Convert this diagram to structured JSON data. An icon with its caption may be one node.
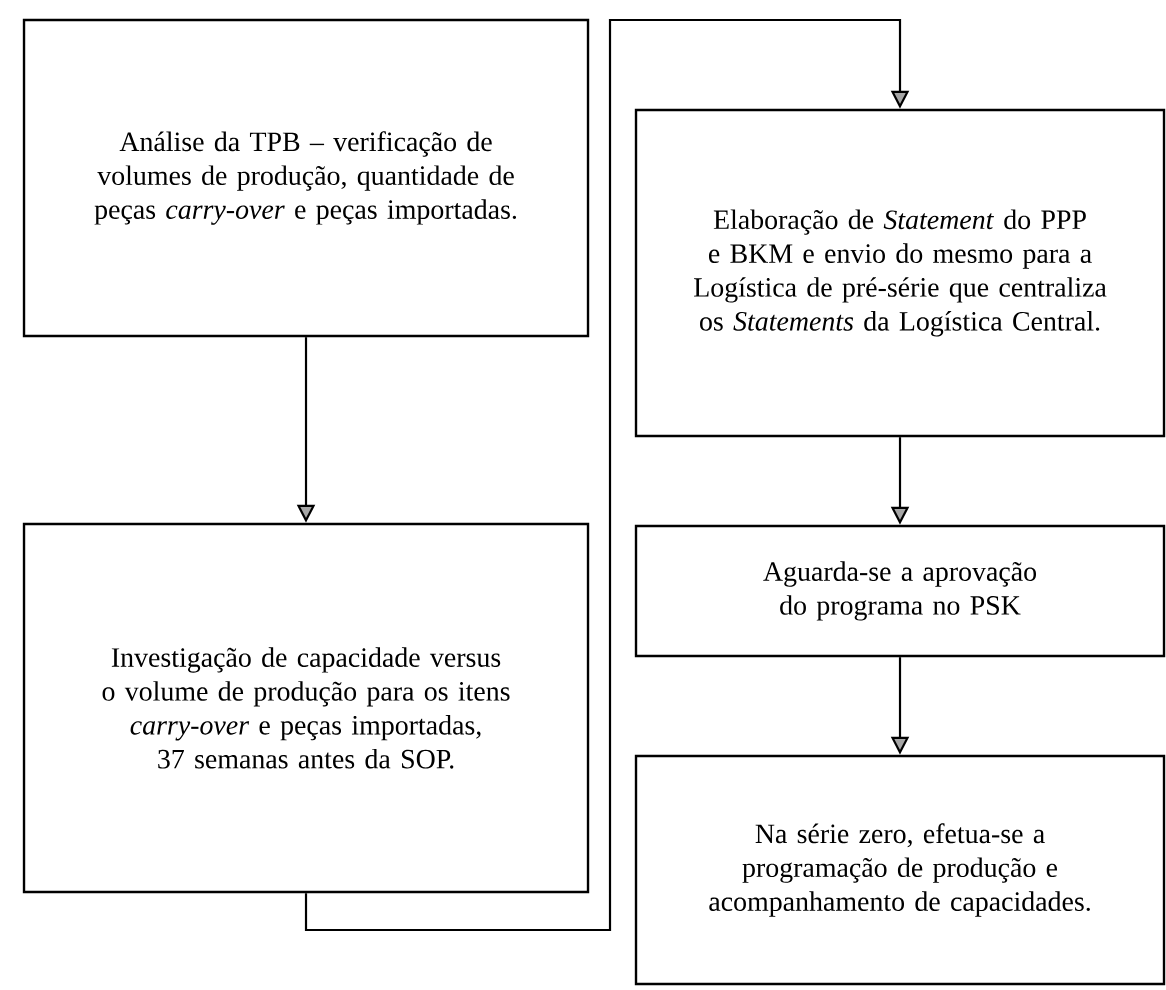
{
  "diagram": {
    "nodes": [
      {
        "text": [
          "Análise da TPB – verificação de volumes de produção, quantidade de peças *carry-over* e peças importadas."
        ]
      },
      {
        "text": [
          "Investigação de capacidade versus o volume de produção para os itens *carry-over* e peças importadas, 37 semanas antes da SOP."
        ]
      },
      {
        "text": [
          "Elaboração de *Statement* do PPP e BKM e envio do mesmo para a Logística de pré-série que centraliza os *Statements* da Logística Central."
        ]
      },
      {
        "text": [
          "Aguarda-se a aprovação do programa no PSK"
        ]
      },
      {
        "text": [
          "Na série zero, efetua-se a programação de produção e acompanhamento de capacidades."
        ]
      }
    ],
    "edges": [
      {
        "from": 0,
        "to": 1,
        "arrow": "to"
      },
      {
        "from": 1,
        "to": 2,
        "arrow": "to"
      },
      {
        "from": 2,
        "to": 3,
        "arrow": "to"
      },
      {
        "from": 3,
        "to": 4,
        "arrow": "to"
      }
    ]
  }
}
